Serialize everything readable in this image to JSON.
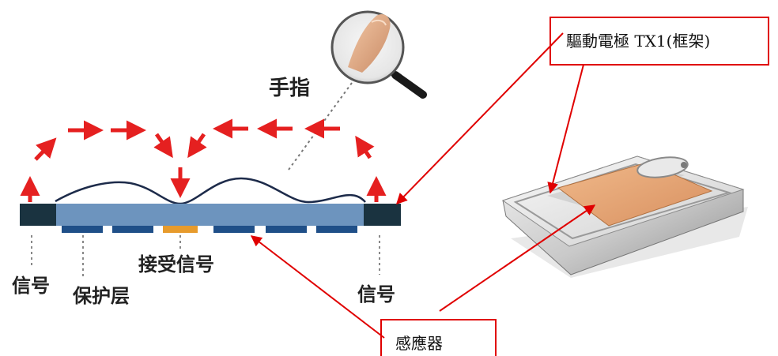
{
  "labels": {
    "finger": "手指",
    "receive_signal": "接受信号",
    "signal_left": "信号",
    "protective_layer": "保护层",
    "signal_right": "信号",
    "drive_electrode": "驅動電極 TX1(框架)",
    "sensor": "感應器"
  },
  "colors": {
    "arrow_red": "#e52020",
    "callout_red": "#e00000",
    "protective_layer": "#6d94be",
    "electrode_block": "#1a3340",
    "sensor_pad": "#1f4f88",
    "receiver_pad": "#e79b2c",
    "wave": "#1d2b4a",
    "chip_pad": "#e8a870"
  },
  "icons": {
    "magnifier": "magnifier-icon",
    "fingertip": "fingertip-icon"
  }
}
